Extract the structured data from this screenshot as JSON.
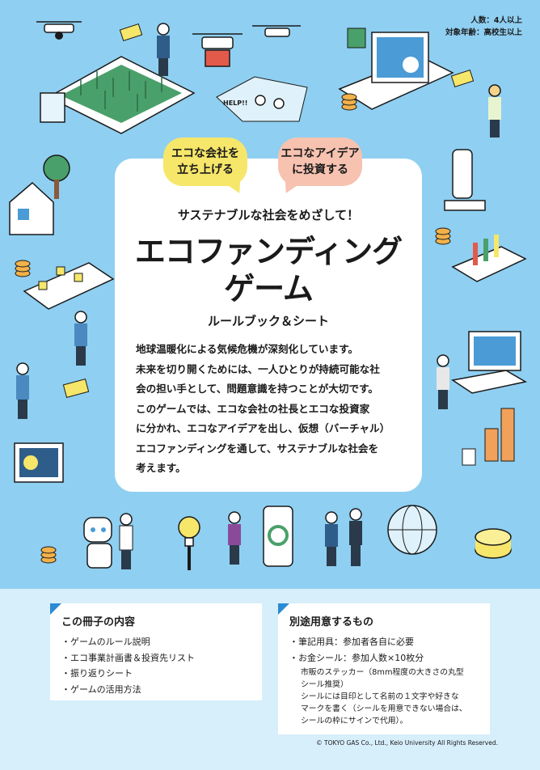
{
  "meta": {
    "players": "人数：4人以上",
    "age": "対象年齢：高校生以上"
  },
  "bubbles": {
    "left_line1": "エコな会社を",
    "left_line2": "立ち上げる",
    "right_line1": "エコなアイデア",
    "right_line2": "に投資する"
  },
  "decor": {
    "help_sign": "HELP!!"
  },
  "title": {
    "subtitle": "サステナブルな社会をめざして！",
    "line1": "エコファンディング",
    "line2": "ゲーム",
    "rulebook": "ルールブック＆シート"
  },
  "intro": [
    "地球温暖化による気候危機が深刻化しています。",
    "未来を切り開くためには、一人ひとりが持続可能な社",
    "会の担い手として、問題意識を持つことが大切です。",
    "このゲームでは、エコな会社の社長とエコな投資家",
    "に分かれ、エコなアイデアを出し、仮想（バーチャル）",
    "エコファンディングを通して、サステナブルな社会を",
    "考えます。"
  ],
  "contents": {
    "heading": "この冊子の内容",
    "items": [
      "ゲームのルール説明",
      "エコ事業計画書＆投資先リスト",
      "振り返りシート",
      "ゲームの活用方法"
    ]
  },
  "materials": {
    "heading": "別途用意するもの",
    "items": [
      "筆記用具：参加者各自に必要",
      "お金シール：参加人数×10枚分"
    ],
    "note": [
      "市販のステッカー（8mm程度の大きさの丸型",
      "シール推奨）",
      "シールには目印として名前の１文字や好きな",
      "マークを書く（シールを用意できない場合は、",
      "シールの枠にサインで代用）。"
    ]
  },
  "copyright": "© TOKYO GAS Co., Ltd.,  Keio University All Rights Reserved.",
  "colors": {
    "sky": "#8fcff1",
    "pale": "#d7eefb",
    "accent": "#2a8ad3",
    "yellow": "#f6e66a",
    "pink": "#f7c2b0"
  }
}
